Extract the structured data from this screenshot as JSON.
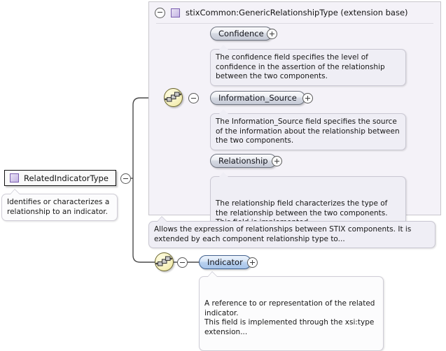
{
  "diagram": {
    "type": "xml-schema-element-diagram",
    "background": "#ffffff"
  },
  "root_element": {
    "name": "RelatedIndicatorType",
    "icon": "type-square-icon",
    "toggle": "minus",
    "annotation": "Identifies or characterizes a relationship to an indicator."
  },
  "extension_container": {
    "title": "stixCommon:GenericRelationshipType (extension base)",
    "icon": "type-square-icon",
    "toggle": "minus",
    "annotation": "Allows the expression of relationships between STIX components. It is extended by each component relationship type to...",
    "border_color": "#c8c6cc",
    "fill_color": "#f4f2f8",
    "compositor": {
      "kind": "sequence",
      "toggle": "minus",
      "color": "#f7f2c2"
    },
    "children": [
      {
        "name": "Confidence",
        "toggle": "plus",
        "selected": false,
        "annotation": "The confidence field specifies the level of confidence in the assertion of the relationship between the two components."
      },
      {
        "name": "Information_Source",
        "toggle": "plus",
        "selected": false,
        "annotation": "The Information_Source field specifies the source of the information about the relationship between the two components."
      },
      {
        "name": "Relationship",
        "toggle": "plus",
        "selected": false,
        "annotation": "The relationship field characterizes the type of the relationship between the two components.\nThis field is implemented..."
      }
    ]
  },
  "own_content": {
    "compositor": {
      "kind": "sequence",
      "toggle": "minus",
      "color": "#f7f2c2"
    },
    "children": [
      {
        "name": "Indicator",
        "toggle": "plus",
        "selected": true,
        "annotation": "A reference to or representation of the related indicator.\nThis field is implemented through the xsi:type extension..."
      }
    ]
  }
}
